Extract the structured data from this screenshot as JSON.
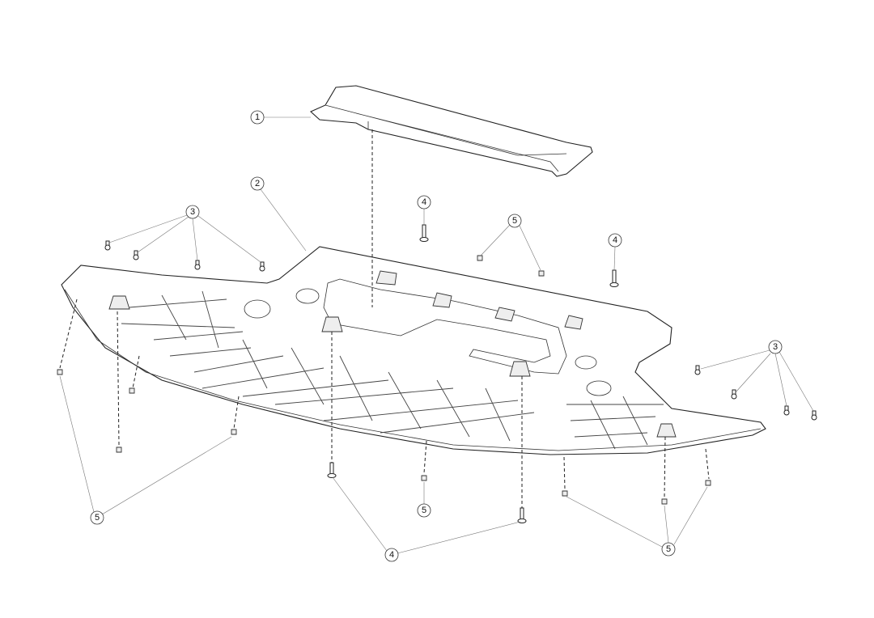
{
  "diagram": {
    "type": "exploded-parts-diagram",
    "callouts": [
      {
        "label": "1"
      },
      {
        "label": "2"
      },
      {
        "label": "3"
      },
      {
        "label": "4"
      },
      {
        "label": "5"
      },
      {
        "label": "4"
      },
      {
        "label": "3"
      },
      {
        "label": "5"
      },
      {
        "label": "5"
      },
      {
        "label": "4"
      },
      {
        "label": "5"
      }
    ]
  }
}
